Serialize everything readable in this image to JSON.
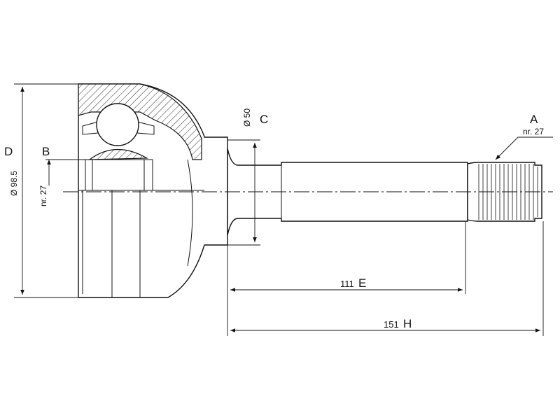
{
  "labels": {
    "D": "D",
    "d_value": "Ø 98.5",
    "B": "B",
    "b_value": "nr. 27",
    "C": "C",
    "c_value": "Ø 50",
    "A": "A",
    "a_value": "nr. 27",
    "E": "E",
    "e_value": "111",
    "H": "H",
    "h_value": "151"
  },
  "colors": {
    "line": "#111111",
    "background": "#ffffff"
  }
}
